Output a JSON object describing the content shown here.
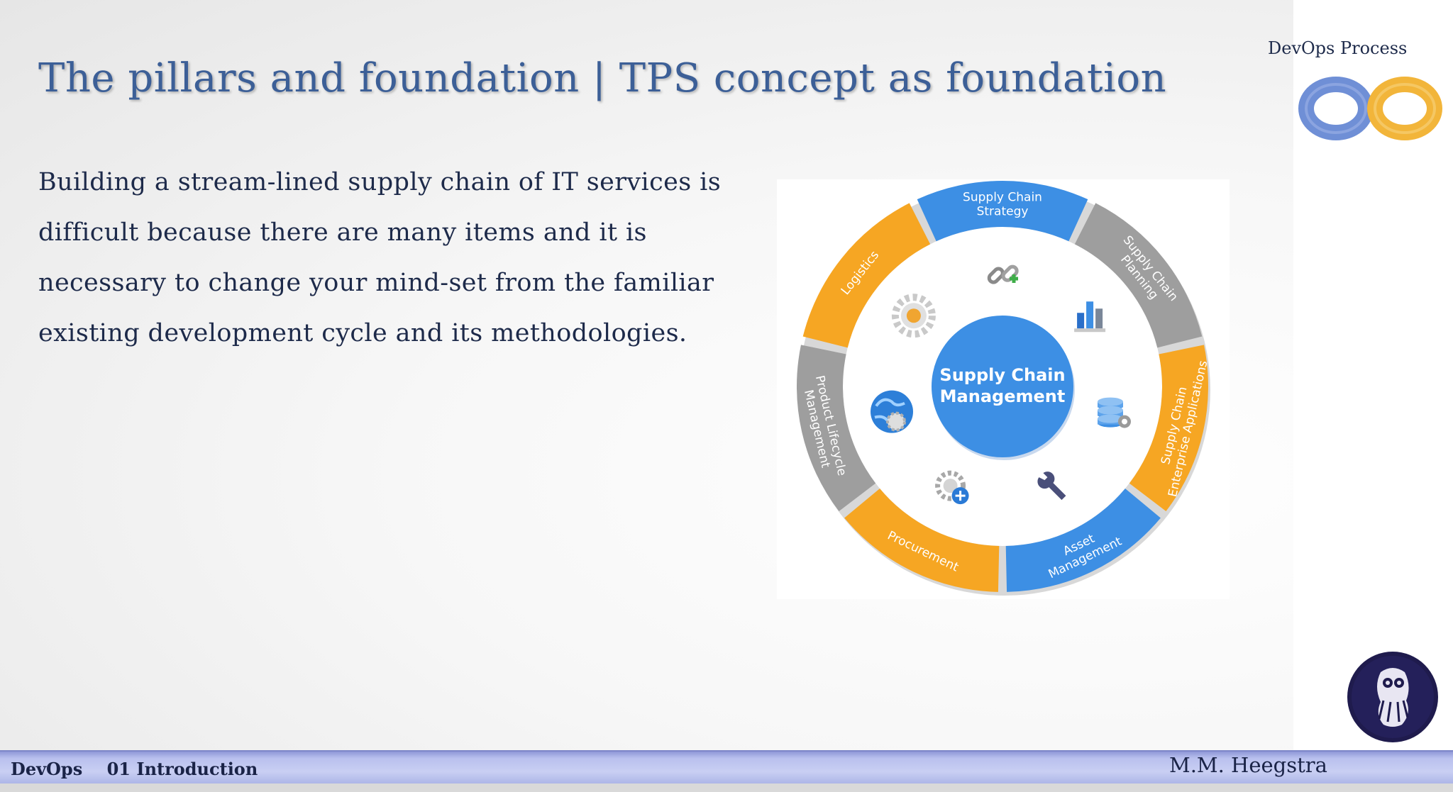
{
  "slide": {
    "title": "The pillars  and foundation | TPS concept as foundation",
    "body": [
      "Building a stream-lined supply chain of IT services is",
      "difficult because there are many items and it is",
      "necessary to change your mind-set from the familiar",
      "existing development cycle and its methodologies."
    ]
  },
  "side_panel": {
    "label": "DevOps Process",
    "logo_icon": "devops-infinity-icon",
    "badge_icon": "owl-badge-icon"
  },
  "diagram": {
    "center_lines": [
      "Supply Chain",
      "Management"
    ],
    "segments": [
      {
        "lines": [
          "Supply Chain",
          "Strategy"
        ],
        "color": "#3d8fe4"
      },
      {
        "lines": [
          "Supply Chain",
          "Planning"
        ],
        "color": "#9e9e9e"
      },
      {
        "lines": [
          "Supply Chain",
          "Enterprise Applications"
        ],
        "color": "#f6a623"
      },
      {
        "lines": [
          "Asset",
          "Management"
        ],
        "color": "#3d8fe4"
      },
      {
        "lines": [
          "Procurement"
        ],
        "color": "#f6a623"
      },
      {
        "lines": [
          "Product Lifecycle",
          "Management"
        ],
        "color": "#9e9e9e"
      },
      {
        "lines": [
          "Logistics"
        ],
        "color": "#f6a623"
      }
    ],
    "icons": [
      "chain-link-icon",
      "bar-chart-icon",
      "database-icon",
      "wrench-icon",
      "gear-plus-icon",
      "globe-gear-icon",
      "gear-icon"
    ]
  },
  "footer": {
    "course": "DevOps",
    "chapter": "01 Introduction",
    "author": "M.M. Heegstra"
  }
}
